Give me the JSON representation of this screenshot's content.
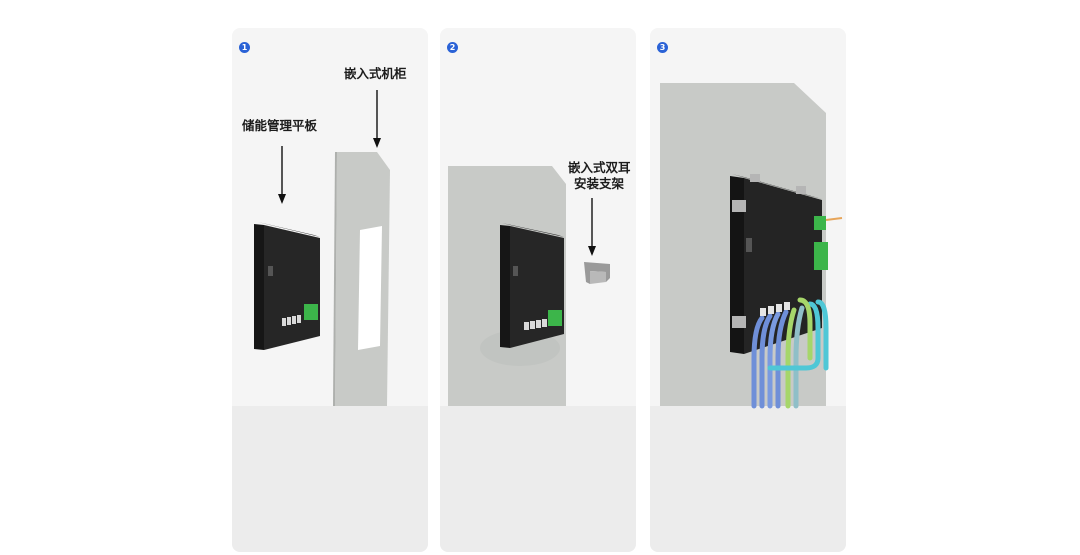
{
  "steps": [
    {
      "number": "1",
      "labels": {
        "panel": "储能管理平板",
        "cabinet": "嵌入式机柜"
      }
    },
    {
      "number": "2",
      "labels": {
        "bracket_line1": "嵌入式双耳",
        "bracket_line2": "安装支架"
      }
    },
    {
      "number": "3",
      "labels": {}
    }
  ],
  "colors": {
    "card_bg": "#f5f5f5",
    "card_bottom": "#ececec",
    "badge": "#2a62d6",
    "cabinet_sheet": "#c8cac7",
    "device_body": "#1e1e1e",
    "terminal_green": "#3cb54a",
    "cable_blue": "#6f8fd8",
    "cable_cyan": "#4fc7d6",
    "cable_lime": "#a6d66a"
  }
}
